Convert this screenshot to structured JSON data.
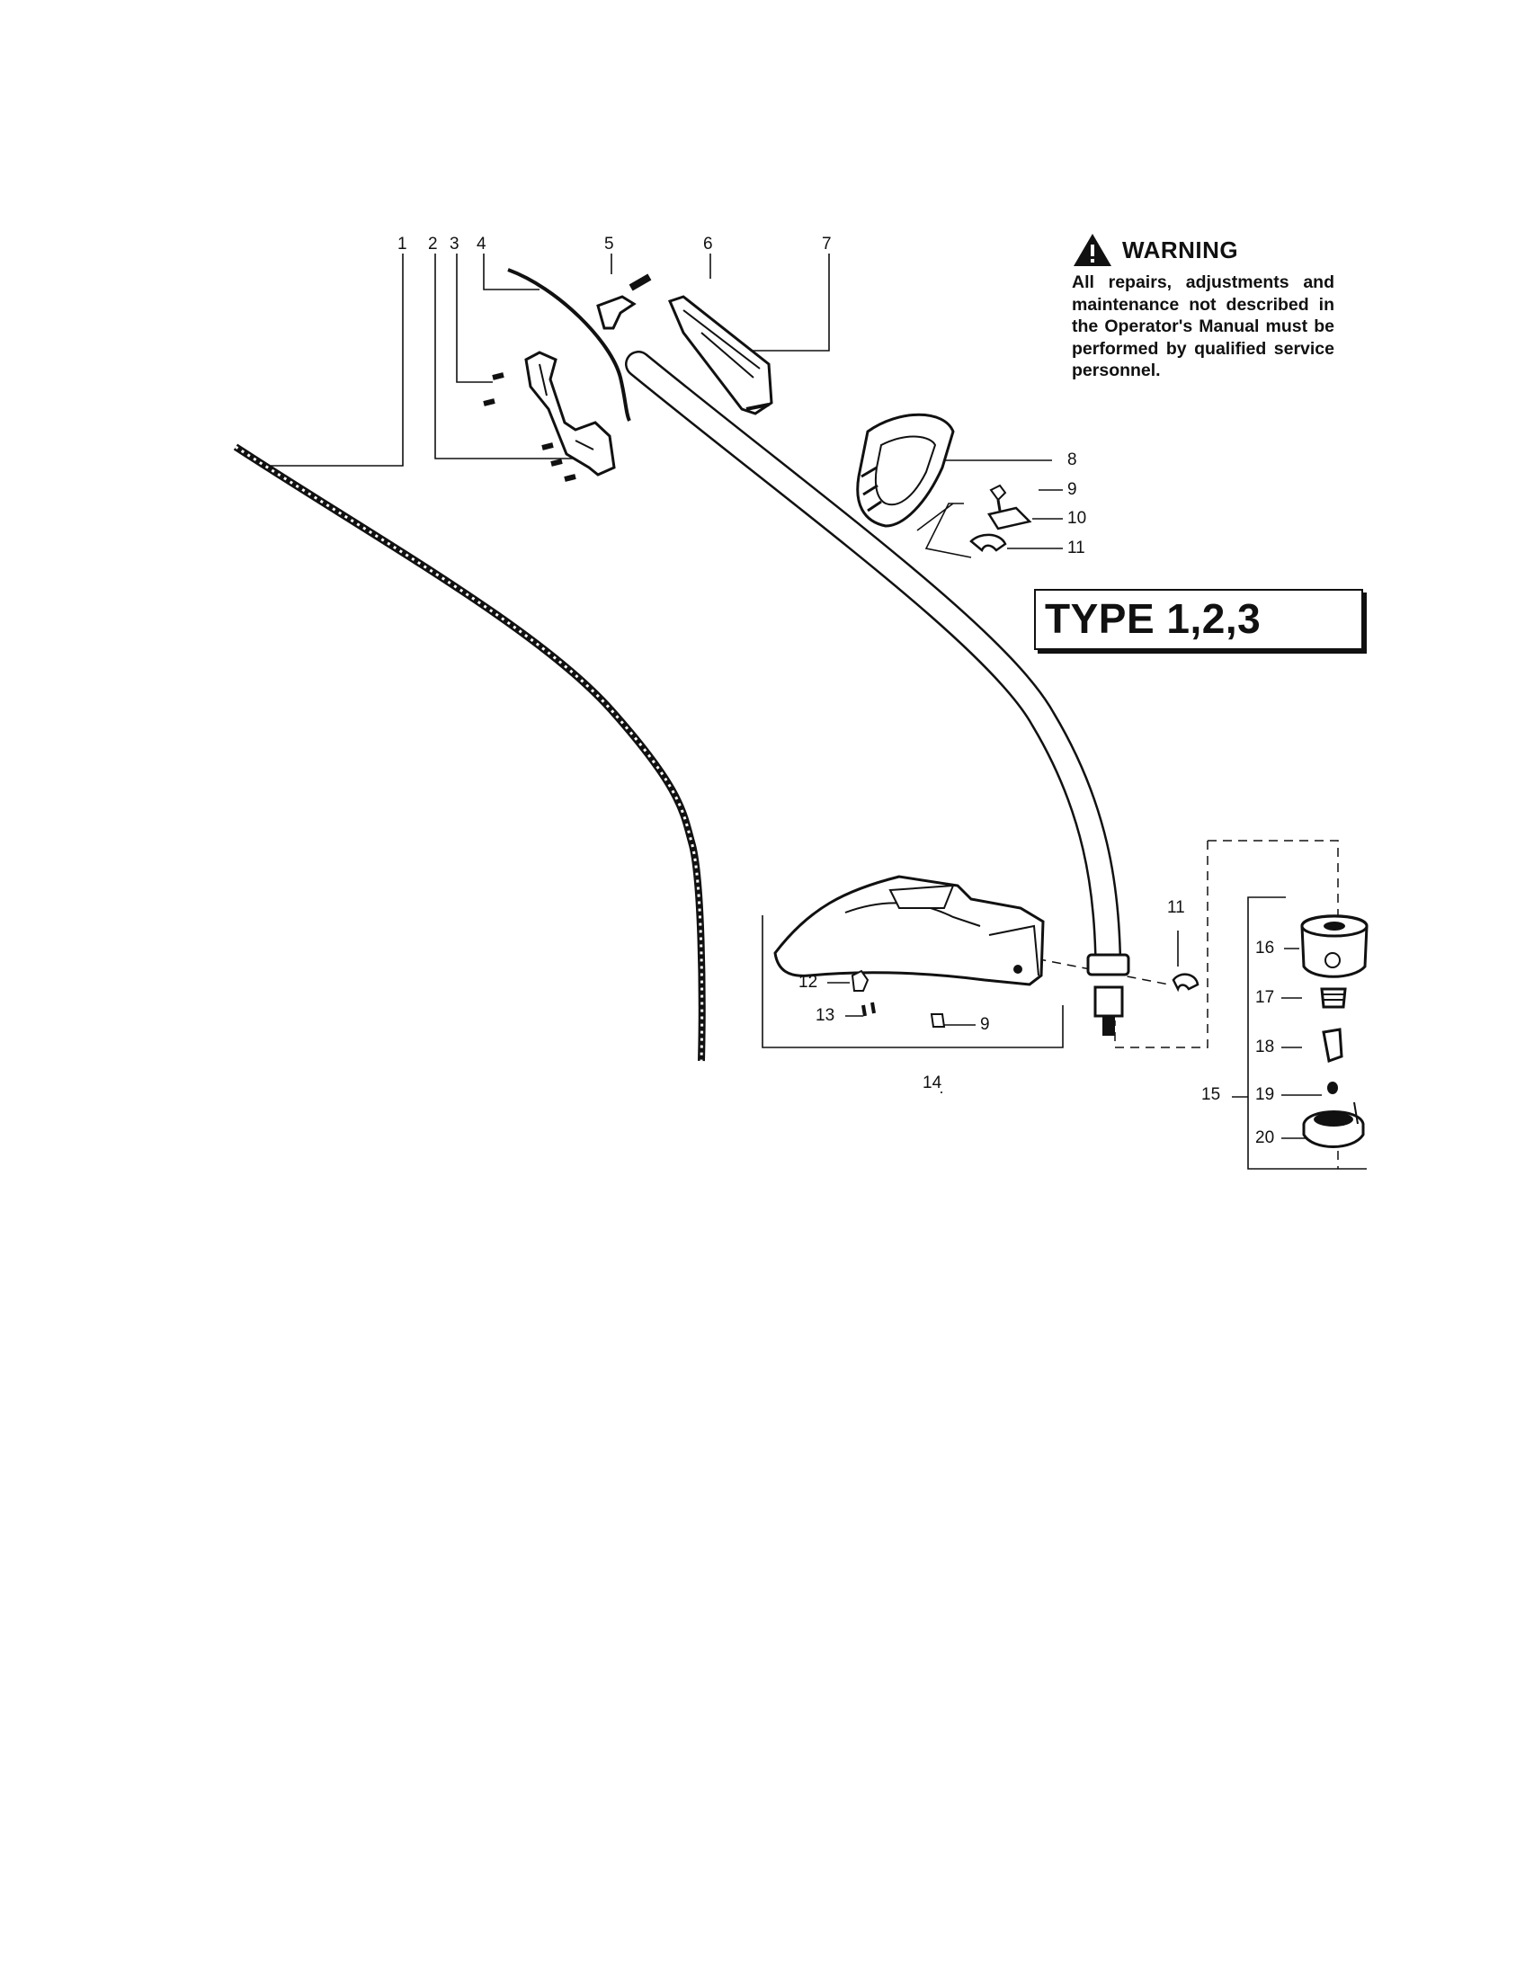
{
  "warning": {
    "title": "WARNING",
    "body": "All repairs, adjustments and maintenance not described in the Operator's Manual must be performed by qualified service personnel.",
    "icon": "warning-triangle-icon"
  },
  "type_label": "TYPE 1,2,3",
  "callouts": [
    "1",
    "2",
    "3",
    "4",
    "5",
    "6",
    "7",
    "8",
    "9",
    "10",
    "11",
    "11",
    "12",
    "13",
    "9",
    "14",
    "15",
    "16",
    "17",
    "18",
    "19",
    "20"
  ]
}
